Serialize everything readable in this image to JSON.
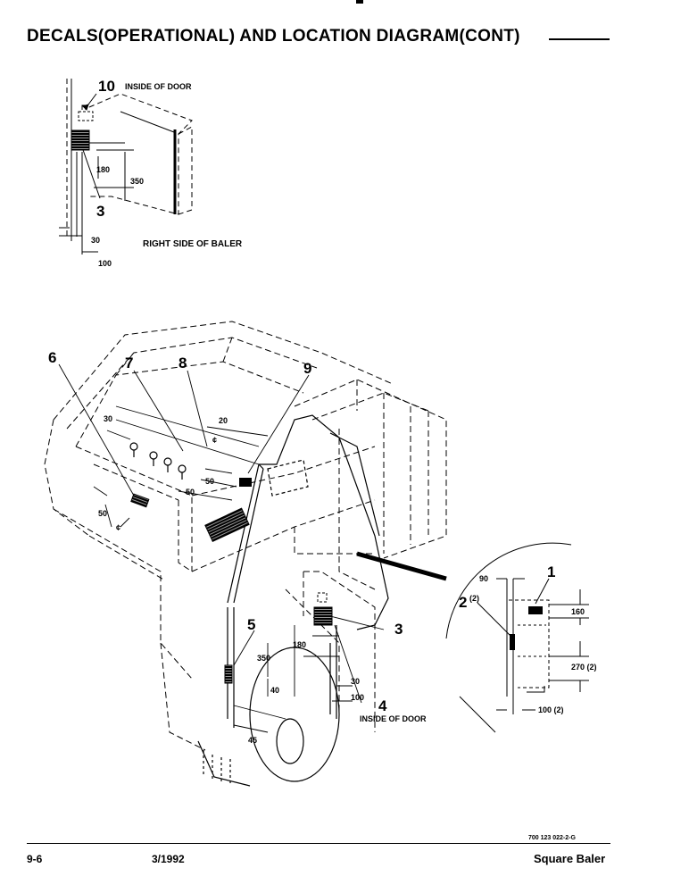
{
  "page": {
    "title": "DECALS(OPERATIONAL) AND LOCATION DIAGRAM(CONT)"
  },
  "inset_top": {
    "callout_10": "10",
    "inside_of_door": "INSIDE OF DOOR",
    "callout_3": "3",
    "dim_180": "180",
    "dim_350": "350",
    "dim_30": "30",
    "dim_100": "100",
    "caption": "RIGHT SIDE OF BALER"
  },
  "main_view": {
    "callouts": [
      "6",
      "7",
      "8",
      "9",
      "5",
      "3",
      "4"
    ],
    "dims": {
      "d30_top": "30",
      "d20": "20",
      "cl_top": "¢",
      "d50_a": "50",
      "d50_b": "50",
      "d50_c": "50",
      "cl_left": "¢",
      "d180": "180",
      "d350": "350",
      "d40": "40",
      "d45": "45",
      "d30_door": "30",
      "d100_door": "100"
    },
    "inside_of_door": "INSIDE OF DOOR"
  },
  "detail_circle": {
    "callout_1": "1",
    "callout_2": "2",
    "callout_2_qty": "(2)",
    "dim_90": "90",
    "dim_160": "160",
    "dim_270": "270 (2)",
    "dim_100": "100 (2)"
  },
  "footer": {
    "doc_code": "700 123 022-2-G",
    "page_number": "9-6",
    "date": "3/1992",
    "product": "Square Baler"
  }
}
